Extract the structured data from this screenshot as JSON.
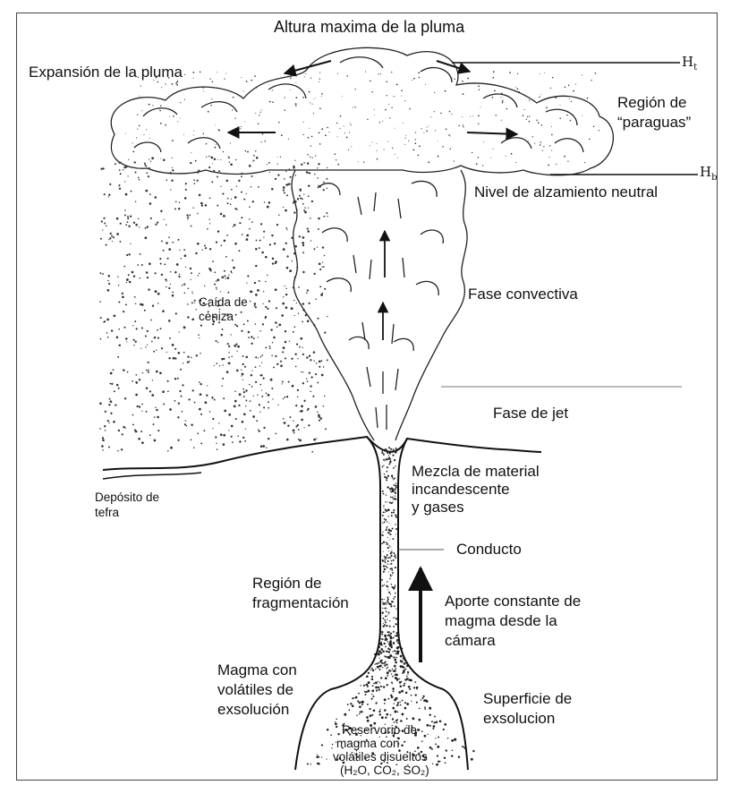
{
  "labels": {
    "max_height": "Altura maxima de la pluma",
    "expansion": "Expansión de la pluma",
    "umbrella_1": "Región de",
    "umbrella_2": "“paraguas”",
    "neutral": "Nivel de alzamiento neutral",
    "ash_1": "Caída de",
    "ash_2": "ceniza",
    "convective": "Fase convectiva",
    "jet": "Fase de jet",
    "mixture_1": "Mezcla de material",
    "mixture_2": "incandescente",
    "mixture_3": "y gases",
    "tephra_1": "Depósito de",
    "tephra_2": "tefra",
    "conduit": "Conducto",
    "fragmentation_1": "Región de",
    "fragmentation_2": "fragmentación",
    "supply_1": "Aporte constante de",
    "supply_2": "magma desde la",
    "supply_3": "cámara",
    "magma_1": "Magma con",
    "magma_2": "volátiles de",
    "magma_3": "exsolución",
    "exsolution_1": "Superficie de",
    "exsolution_2": "exsolucion",
    "reservoir_1": "Reservorio de",
    "reservoir_2": "magma con",
    "reservoir_3": "volátiles disueltos",
    "reservoir_4": "(H₂O, CO₂, SO₂)"
  },
  "symbols": {
    "ht_letter": "H",
    "ht_sub": "t",
    "hb_letter": "H",
    "hb_sub": "b"
  },
  "colors": {
    "ink": "#111111",
    "guide": "#777777"
  }
}
